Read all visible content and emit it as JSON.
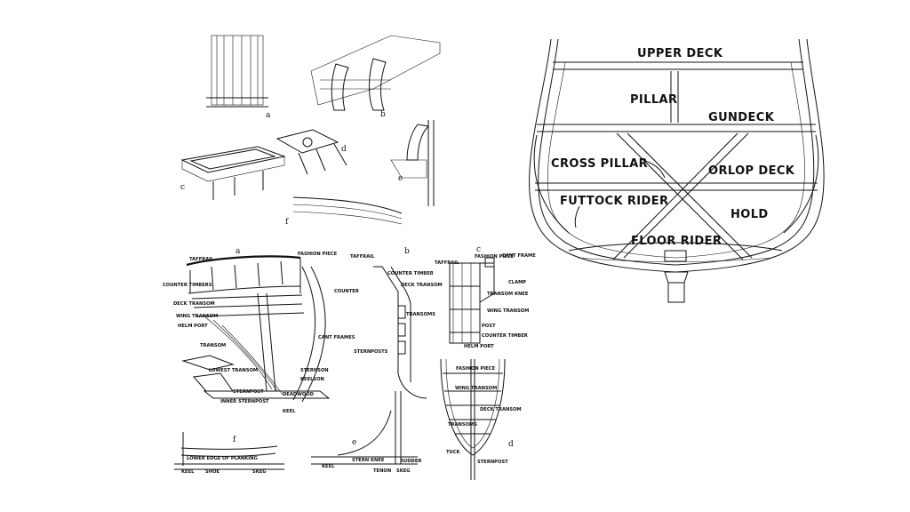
{
  "cross_section": {
    "labels": {
      "upper_deck": "UPPER DECK",
      "pillar": "PILLAR",
      "gundeck": "GUNDECK",
      "cross_pillar": "CROSS PILLAR",
      "orlop_deck": "ORLOP DECK",
      "futtock_rider": "FUTTOCK RIDER",
      "hold": "HOLD",
      "floor_rider": "FLOOR RIDER"
    }
  },
  "top_sketches": {
    "letters": [
      "a",
      "b",
      "c",
      "d",
      "e",
      "f"
    ]
  },
  "stern_plate": {
    "letters": {
      "a": "a",
      "b": "b",
      "c": "c",
      "d": "d",
      "e": "e",
      "f": "f"
    },
    "a": {
      "taffrail": "TAFFRAIL",
      "fashion_piece": "FASHION PIECE",
      "counter_timbers": "COUNTER TIMBERS",
      "counter": "COUNTER",
      "deck_transom": "DECK TRANSOM",
      "wing_transom": "WING TRANSOM",
      "helm_port": "HELM PORT",
      "cant_frames": "CANT FRAMES",
      "transom": "TRANSOM",
      "lowest_transom": "LOWEST TRANSOM",
      "sternson": "STERNSON",
      "keelson": "KEELSON",
      "sternpost": "STERNPOST",
      "deadwood": "DEADWOOD",
      "inner_sternpost": "INNER STERNPOST",
      "keel": "KEEL"
    },
    "b": {
      "taffrail": "TAFFRAIL",
      "counter_timber": "COUNTER TIMBER",
      "deck_transom": "DECK TRANSOM",
      "transoms": "TRANSOMS",
      "sternposts": "STERNPOSTS"
    },
    "c": {
      "taffrail": "TAFFRAIL",
      "fashion_piece": "FASHION PIECE",
      "cant_frame": "CANT FRAME",
      "clamp": "CLAMP",
      "transom_knee": "TRANSOM KNEE",
      "wing_transom": "WING TRANSOM",
      "post": "POST",
      "counter_timber": "COUNTER TIMBER",
      "helm_port": "HELM PORT"
    },
    "d": {
      "fashion_piece": "FASHION PIECE",
      "wing_transom": "WING TRANSOM",
      "deck_transom": "DECK TRANSOM",
      "transoms": "TRANSOMS",
      "tuck": "TUCK",
      "sternpost": "STERNPOST"
    },
    "e": {
      "stern_knee": "STERN KNEE",
      "rudder": "RUDDER",
      "keel": "KEEL",
      "tenon": "TENON",
      "skeg": "SKEG"
    },
    "f": {
      "lower_edge": "LOWER EDGE OF PLANKING",
      "keel": "KEEL",
      "shoe": "SHOE",
      "skeg": "SKEG"
    }
  }
}
